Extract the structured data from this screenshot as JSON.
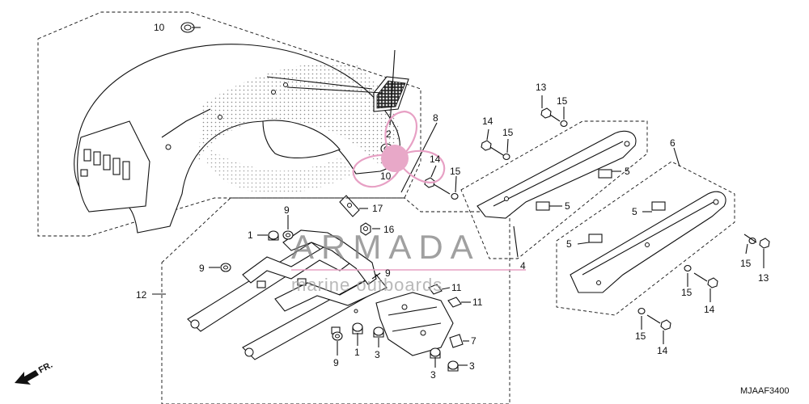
{
  "diagram": {
    "catalog_code": "MJAAF3400",
    "direction_marker": "FR.",
    "watermark": {
      "brand": "ARMADA",
      "tagline": "marine outboards"
    },
    "callouts": [
      {
        "id": "c10a",
        "label": "10"
      },
      {
        "id": "c2",
        "label": "2"
      },
      {
        "id": "c8",
        "label": "8"
      },
      {
        "id": "c10b",
        "label": "10"
      },
      {
        "id": "c17",
        "label": "17"
      },
      {
        "id": "c16",
        "label": "16"
      },
      {
        "id": "c9a",
        "label": "9"
      },
      {
        "id": "c1a",
        "label": "1"
      },
      {
        "id": "c9b",
        "label": "9"
      },
      {
        "id": "c12",
        "label": "12"
      },
      {
        "id": "c9c",
        "label": "9"
      },
      {
        "id": "c11a",
        "label": "11"
      },
      {
        "id": "c11b",
        "label": "11"
      },
      {
        "id": "c7",
        "label": "7"
      },
      {
        "id": "c3a",
        "label": "3"
      },
      {
        "id": "c3b",
        "label": "3"
      },
      {
        "id": "c3c",
        "label": "3"
      },
      {
        "id": "c1b",
        "label": "1"
      },
      {
        "id": "c9d",
        "label": "9"
      },
      {
        "id": "c13a",
        "label": "13"
      },
      {
        "id": "c15a",
        "label": "15"
      },
      {
        "id": "c14a",
        "label": "14"
      },
      {
        "id": "c15b",
        "label": "15"
      },
      {
        "id": "c14b",
        "label": "14"
      },
      {
        "id": "c15c",
        "label": "15"
      },
      {
        "id": "c5a",
        "label": "5"
      },
      {
        "id": "c5b",
        "label": "5"
      },
      {
        "id": "c4",
        "label": "4"
      },
      {
        "id": "c6",
        "label": "6"
      },
      {
        "id": "c5c",
        "label": "5"
      },
      {
        "id": "c5d",
        "label": "5"
      },
      {
        "id": "c15d",
        "label": "15"
      },
      {
        "id": "c13b",
        "label": "13"
      },
      {
        "id": "c15e",
        "label": "15"
      },
      {
        "id": "c14c",
        "label": "14"
      },
      {
        "id": "c15f",
        "label": "15"
      },
      {
        "id": "c14d",
        "label": "14"
      }
    ]
  }
}
